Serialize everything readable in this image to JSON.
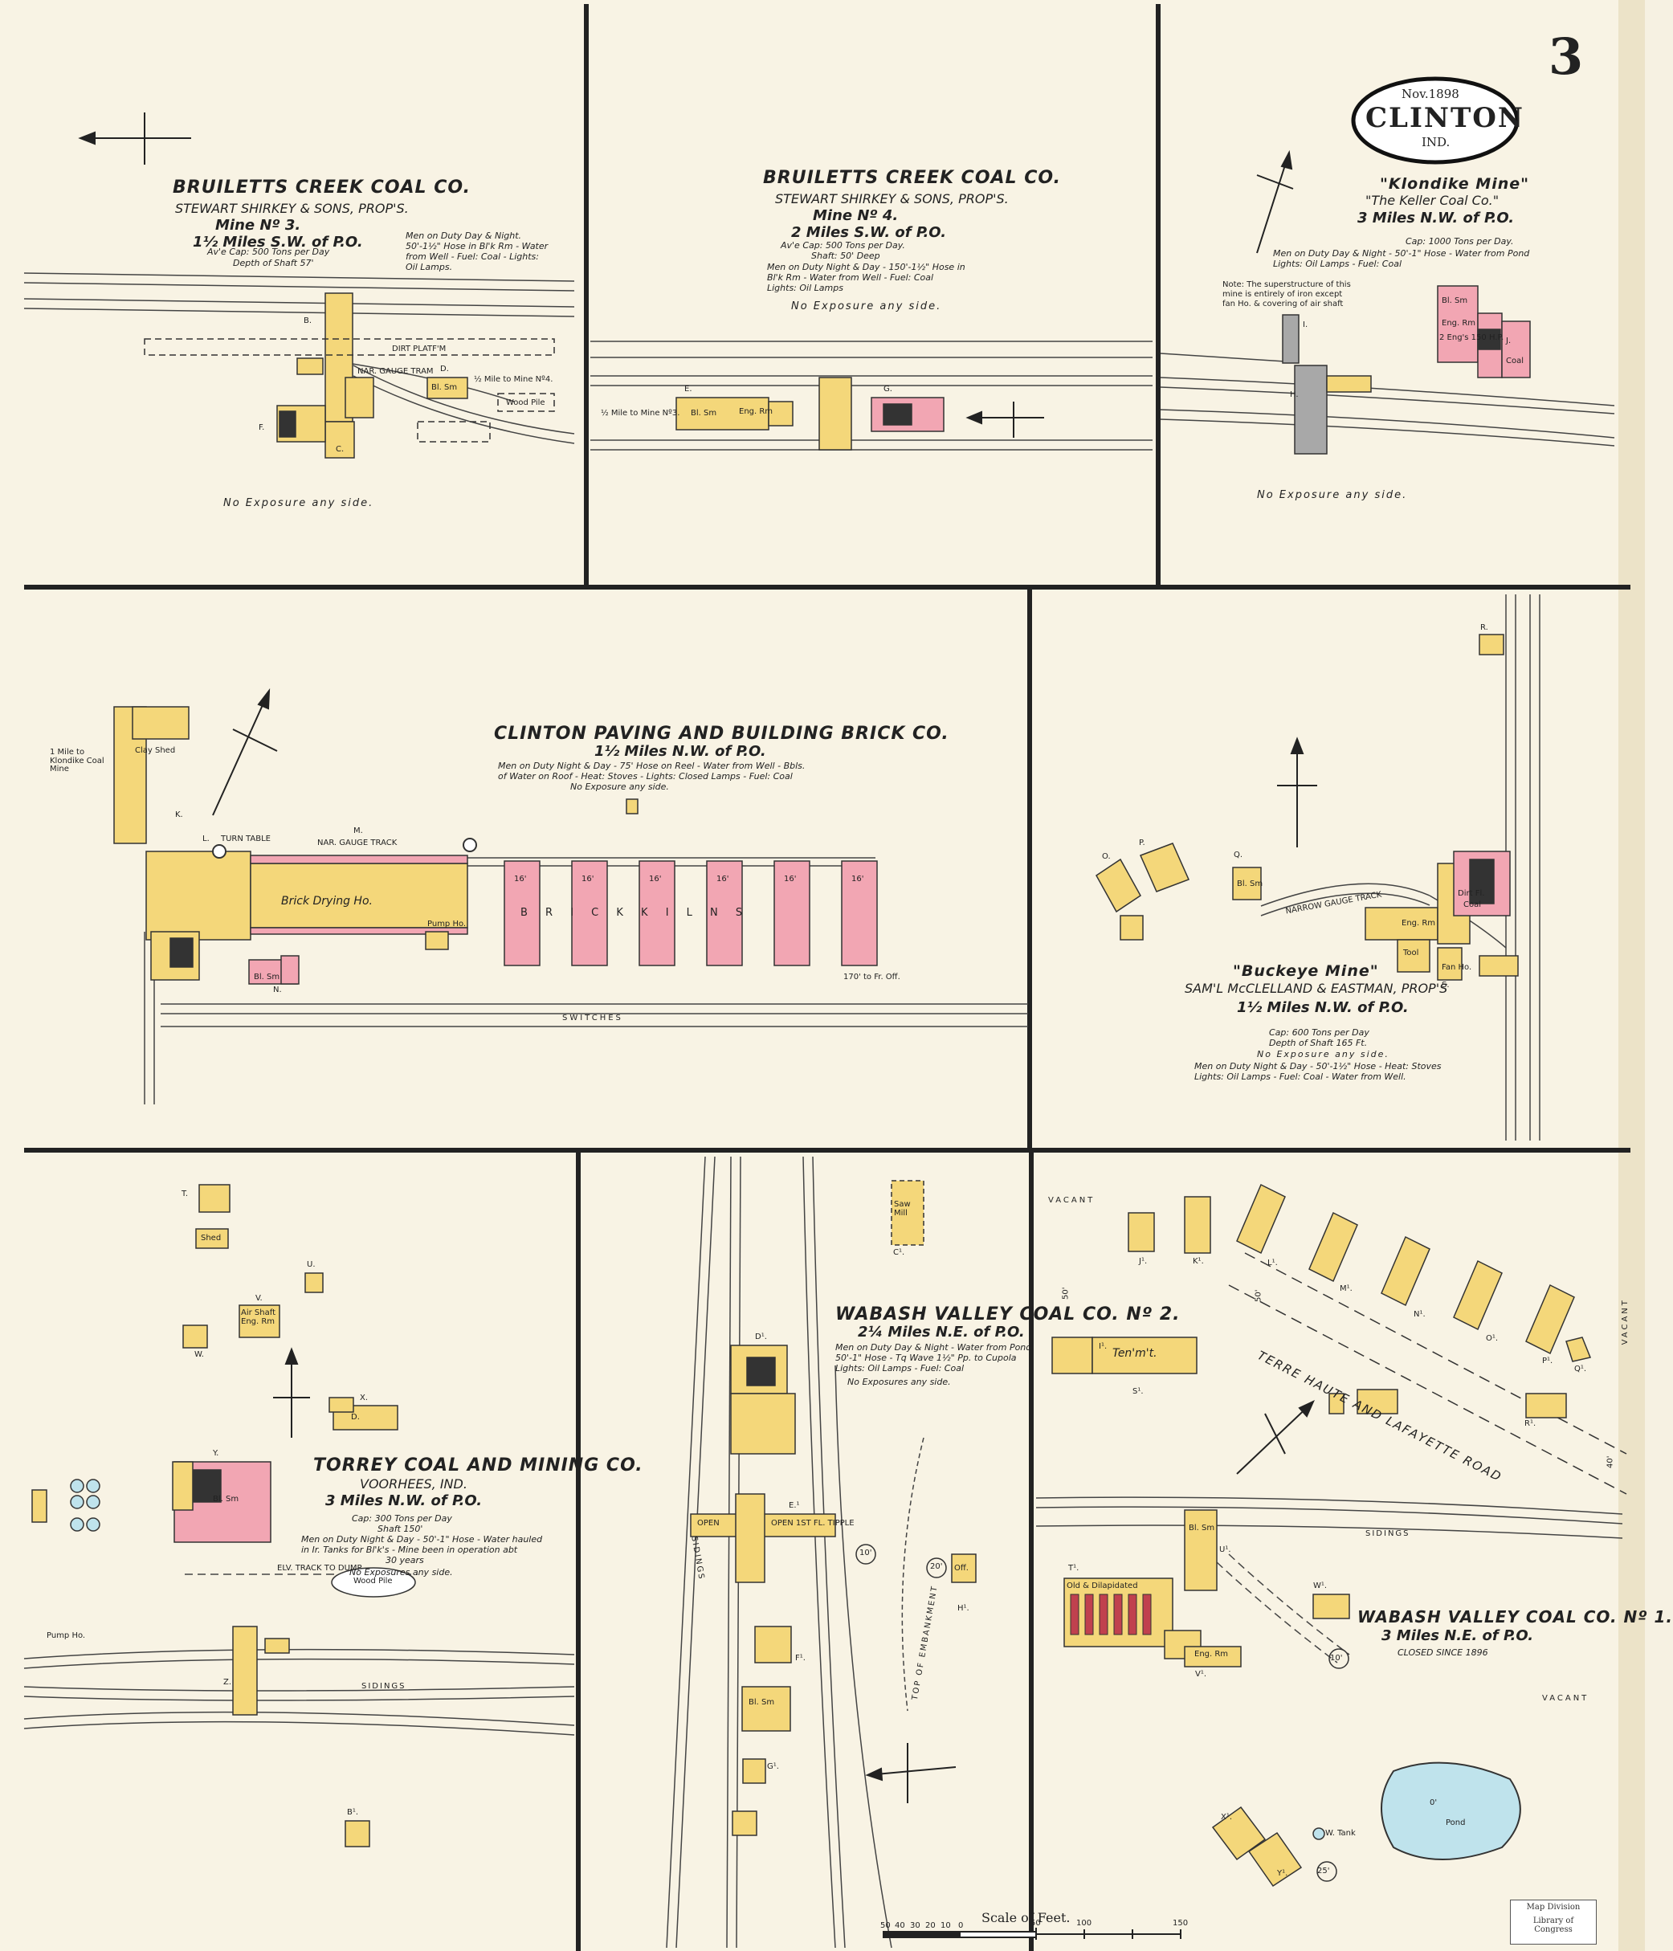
{
  "sheet": {
    "page_number": "3",
    "date": "Nov.1898",
    "town": "CLINTON",
    "state": "IND."
  },
  "panels": {
    "mine3": {
      "company": "BRUILETTS CREEK COAL CO.",
      "owners": "STEWART SHIRKEY & SONS, PROP'S.",
      "mine": "Mine Nº 3.",
      "distance": "1½ Miles S.W. of P.O.",
      "capacity": "Av'e Cap: 500 Tons per Day",
      "depth": "Depth of Shaft 57'",
      "protection": [
        "Men on Duty Day & Night.",
        "50'-1½\" Hose in Bl'k Rm - Water",
        "from Well - Fuel: Coal - Lights:",
        "Oil Lamps."
      ],
      "labels": {
        "b": "B.",
        "c": "C.",
        "d": "D.",
        "f": "F.",
        "bl_sm": "Bl. Sm",
        "dirt_platf": "DIRT PLATF'M",
        "gauge": "NAR. GAUGE TRAM",
        "to_mine4": "½ Mile to Mine Nº4.",
        "wood_pile": "Wood Pile"
      },
      "exposure": "No Exposure any side."
    },
    "mine4": {
      "company": "BRUILETTS CREEK COAL CO.",
      "owners": "STEWART SHIRKEY & SONS, PROP'S.",
      "mine": "Mine Nº 4.",
      "distance": "2 Miles S.W. of P.O.",
      "capacity": "Av'e Cap: 500 Tons per Day.",
      "depth": "Shaft: 50' Deep",
      "protection": [
        "Men on Duty Night & Day - 150'-1½\" Hose in",
        "Bl'k Rm - Water from Well - Fuel: Coal",
        "Lights: Oil Lamps"
      ],
      "labels": {
        "e": "E.",
        "g": "G.",
        "to_mine3": "½ Mile to Mine Nº3.",
        "bl_sm": "Bl. Sm",
        "eng_rm": "Eng. Rm"
      },
      "exposure": "No Exposure any side."
    },
    "klondike": {
      "name": "\"Klondike Mine\"",
      "company": "\"The Keller Coal Co.\"",
      "distance": "3 Miles N.W. of P.O.",
      "capacity": "Cap: 1000 Tons per Day.",
      "protection": [
        "Men on Duty Day & Night - 50'-1\" Hose - Water from Pond",
        "Lights: Oil Lamps - Fuel: Coal"
      ],
      "note": [
        "Note: The superstructure of this",
        "mine is entirely of iron except",
        "fan Ho. & covering of air shaft"
      ],
      "labels": {
        "h": "H.",
        "i": "I.",
        "j": "J.",
        "bl_sm": "Bl. Sm",
        "eng_rm": "Eng. Rm",
        "boilers": "2 Eng's 150 H.P.",
        "coal": "Coal"
      },
      "exposure": "No Exposure any side."
    },
    "brick": {
      "company": "CLINTON PAVING AND BUILDING BRICK CO.",
      "distance": "1½ Miles N.W. of P.O.",
      "protection": [
        "Men on Duty Night & Day - 75' Hose on Reel - Water from Well - Bbls.",
        "of Water on Roof - Heat: Stoves - Lights: Closed Lamps - Fuel: Coal"
      ],
      "exposure": "No Exposure any side.",
      "labels": {
        "k": "K.",
        "l": "L.",
        "m": "M.",
        "n": "N.",
        "clay_shed": "Clay Shed",
        "drying": "Brick Drying Ho.",
        "kilns": "B R I C K   K I L N S",
        "switches": "SWITCHES",
        "gauge": "NAR. GAUGE TRACK",
        "turn_table": "TURN TABLE",
        "to_klondike": "1 Mile to Klondike Coal Mine",
        "bl_sm": "Bl. Sm",
        "pump": "Pump Ho.",
        "fr_off": "170' to Fr. Off."
      },
      "kilns_heights": [
        "16'",
        "16'",
        "16'",
        "16'",
        "16'",
        "16'"
      ]
    },
    "buckeye": {
      "name": "\"Buckeye Mine\"",
      "owners": "SAM'L McCLELLAND & EASTMAN, PROP'S",
      "distance": "1½ Miles N.W. of P.O.",
      "capacity": "Cap: 600 Tons per Day",
      "depth": "Depth of Shaft 165 Ft.",
      "exposure": "No Exposure any side.",
      "protection": [
        "Men on Duty Night & Day - 50'-1½\" Hose - Heat: Stoves",
        "Lights: Oil Lamps - Fuel: Coal - Water from Well."
      ],
      "labels": {
        "o": "O.",
        "p": "P.",
        "q": "Q.",
        "r": "R.",
        "s": "S.",
        "eng_rm": "Eng. Rm",
        "bl_sm": "Bl. Sm",
        "dirt_fl": "Dirt Fl.",
        "coal": "Coal",
        "gauge": "NARROW GAUGE TRACK",
        "fan": "Fan Ho.",
        "tool": "Tool"
      }
    },
    "torrey": {
      "company": "TORREY COAL AND MINING CO.",
      "location": "VOORHEES, IND.",
      "distance": "3 Miles N.W. of P.O.",
      "capacity": "Cap: 300 Tons per Day",
      "depth": "Shaft 150'",
      "protection": [
        "Men on Duty Night & Day - 50'-1\" Hose - Water hauled",
        "in Ir. Tanks for Bl'k's - Mine been in operation abt",
        "30 years"
      ],
      "exposure": "No Exposures any side.",
      "labels": {
        "t": "T.",
        "u": "U.",
        "v": "V.",
        "w": "W.",
        "x": "X.",
        "y": "Y.",
        "z": "Z.",
        "b1": "B¹.",
        "shed": "Shed",
        "d": "D.",
        "bl_sm": "Bl. Sm",
        "wood_pile": "Wood Pile",
        "elev": "ELV. TRACK TO DUMP",
        "sidings": "SIDINGS",
        "pump": "Pump Ho.",
        "air_shaft": "Air Shaft Eng. Rm"
      }
    },
    "wabash2": {
      "company": "WABASH VALLEY COAL CO. Nº 2.",
      "distance": "2¼ Miles N.E. of P.O.",
      "protection": [
        "Men on Duty Day & Night - Water from Pond",
        "50'-1\" Hose - Tq Wave 1½\" Pp. to Cupola",
        "Lights: Oil Lamps - Fuel: Coal"
      ],
      "exposure": "No Exposures any side.",
      "labels": {
        "c1": "C¹.",
        "d1": "D¹.",
        "e1": "E.¹",
        "f1": "F¹.",
        "g1": "G¹.",
        "h1": "H¹.",
        "saw_mill": "Saw Mill",
        "sidings": "SIDINGS",
        "embankment": "TOP OF EMBANKMENT",
        "bl_sm": "Bl. Sm",
        "off": "Off.",
        "open": "OPEN",
        "tipple": "OPEN 1ST FL. TIPPLE",
        "ten": "10'",
        "twenty": "20'"
      }
    },
    "wabash1": {
      "company": "WABASH VALLEY COAL CO. Nº 1.",
      "distance": "3 Miles N.E. of P.O.",
      "closed": "CLOSED SINCE 1896",
      "road": "TERRE HAUTE AND LAFAYETTE ROAD",
      "vacant_1": "VACANT",
      "vacant_2": "VACANT",
      "vacant_3": "VACANT",
      "pond": "Pond",
      "labels": {
        "i1": "I¹.",
        "j1": "J¹.",
        "k1": "K¹.",
        "l1": "L¹.",
        "m1": "M¹.",
        "n1": "N¹.",
        "o1": "O¹.",
        "p1": "P¹.",
        "q1": "Q¹.",
        "r1": "R¹.",
        "s1": "S¹.",
        "t1": "T¹.",
        "u1": "U¹.",
        "v1": "V¹.",
        "w1": "W¹.",
        "x1": "X¹.",
        "y1": "Y¹.",
        "tenmt": "Ten'm't.",
        "old": "Old & Dilapidated",
        "bl_sm": "Bl. Sm",
        "eng_rm": "Eng. Rm",
        "sidings": "SIDINGS",
        "fifty_a": "50'",
        "fifty_b": "50'",
        "forty": "40'",
        "ten": "10'",
        "zero": "0'",
        "twentyfive": "25'",
        "tank": "W. Tank"
      }
    }
  },
  "scale": {
    "label": "Scale of Feet.",
    "ticks": [
      "50",
      "40",
      "30",
      "20",
      "10",
      "0",
      "50",
      "100",
      "150"
    ]
  },
  "stamp": {
    "line1": "Map Division",
    "line2": "Library of Congress"
  },
  "colors": {
    "brick": "#f2a6b3",
    "frame": "#f4d77a",
    "iron": "#a8a8a8",
    "water": "#bfe3ec",
    "border": "#222222"
  }
}
